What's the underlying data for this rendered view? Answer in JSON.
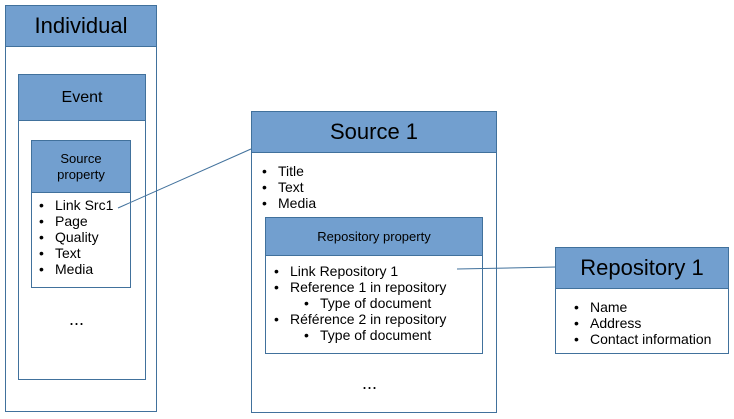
{
  "individual": {
    "title": "Individual"
  },
  "event": {
    "title": "Event",
    "more": "..."
  },
  "source_property": {
    "title": "Source property",
    "items": [
      "Link Src1",
      "Page",
      "Quality",
      "Text",
      "Media"
    ]
  },
  "source": {
    "title": "Source 1",
    "items": [
      "Title",
      "Text",
      "Media"
    ],
    "more": "..."
  },
  "repository_property": {
    "title": "Repository property",
    "items": [
      {
        "text": "Link Repository 1",
        "level": 1
      },
      {
        "text": "Reference 1 in repository",
        "level": 1
      },
      {
        "text": "Type of document",
        "level": 2
      },
      {
        "text": "Référence 2 in repository",
        "level": 1
      },
      {
        "text": "Type of document",
        "level": 2
      }
    ]
  },
  "repository": {
    "title": "Repository 1",
    "items": [
      "Name",
      "Address",
      "Contact information"
    ]
  },
  "colors": {
    "header_fill": "#729fcf",
    "border": "#41719c"
  }
}
